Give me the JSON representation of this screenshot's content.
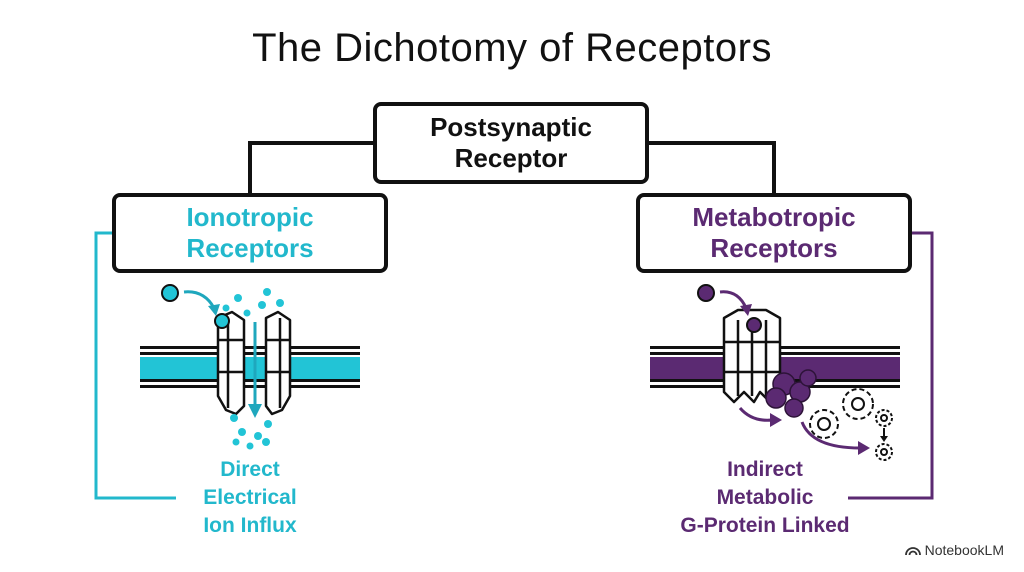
{
  "title": "The Dichotomy of Receptors",
  "root": {
    "line1": "Postsynaptic",
    "line2": "Receptor"
  },
  "ionotropic": {
    "line1": "Ionotropic",
    "line2": "Receptors",
    "traits": [
      "Direct",
      "Electrical",
      "Ion Influx"
    ],
    "color": "#22b8cc"
  },
  "metabotropic": {
    "line1": "Metabotropic",
    "line2": "Receptors",
    "traits": [
      "Indirect",
      "Metabolic",
      "G-Protein Linked"
    ],
    "color": "#5b2a72"
  },
  "branding": {
    "logo_icon": "notebooklm-logo-icon",
    "label": "NotebookLM"
  }
}
